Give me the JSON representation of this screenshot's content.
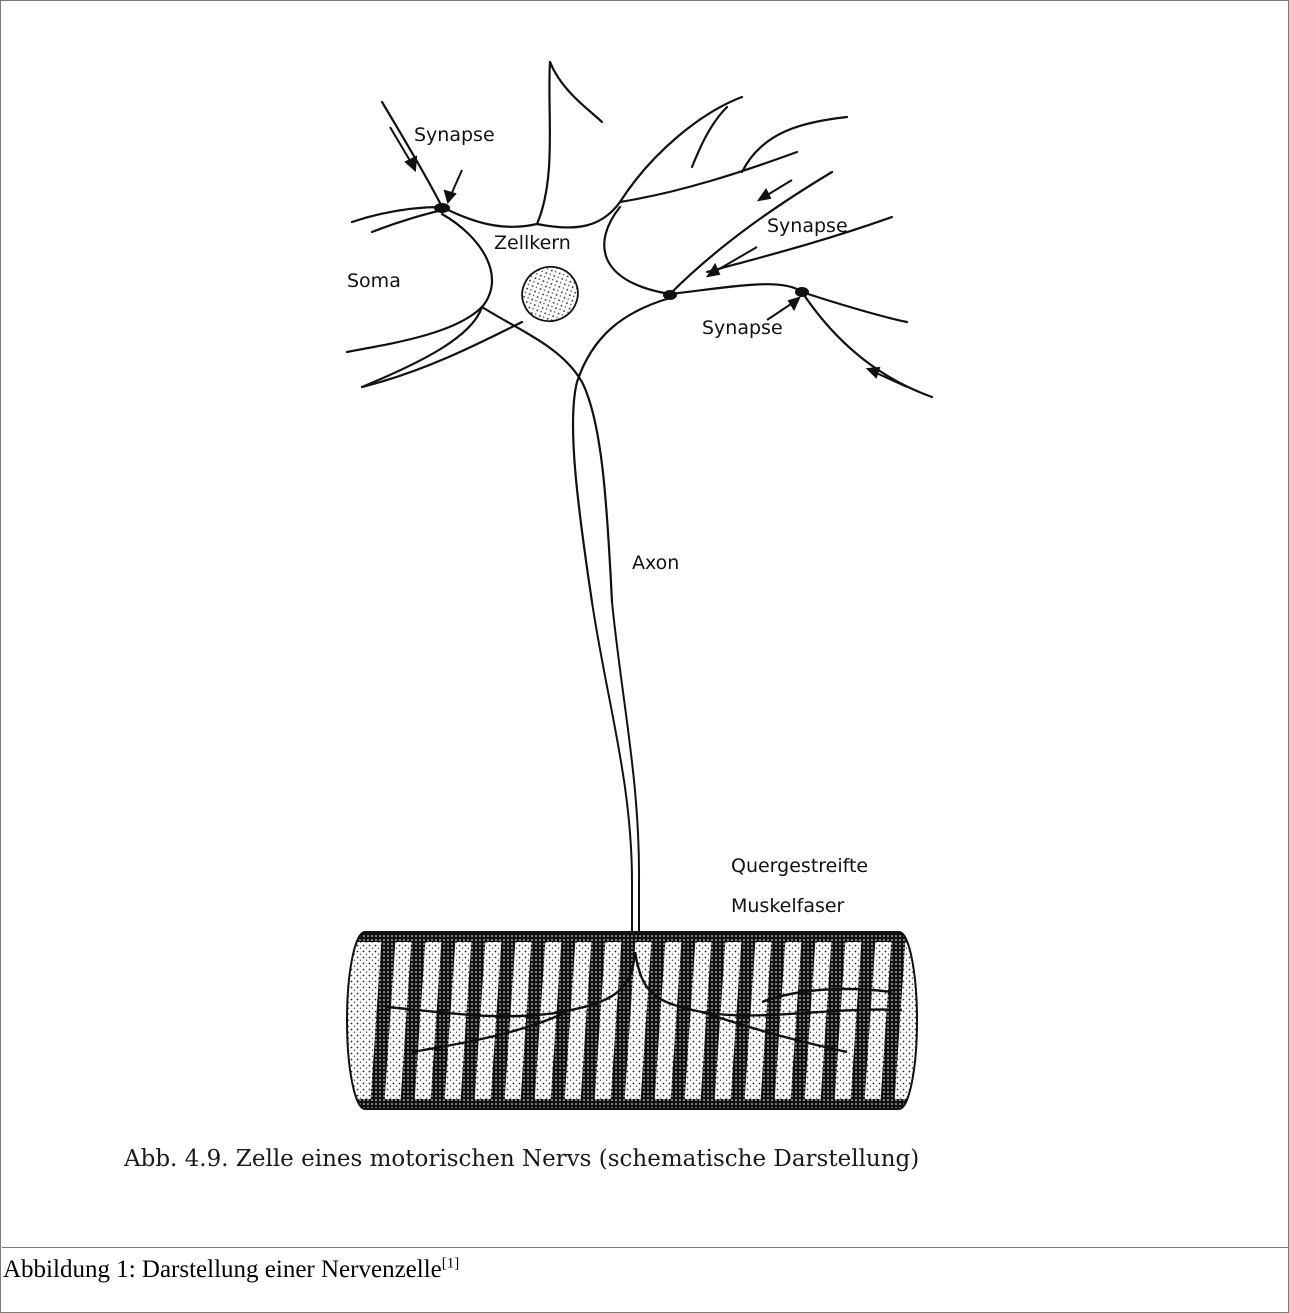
{
  "figure": {
    "labels": {
      "synapse_1": "Synapse",
      "synapse_2": "Synapse",
      "synapse_3": "Synapse",
      "nucleus": "Zellkern",
      "soma": "Soma",
      "axon": "Axon",
      "muscle_line1": "Quergestreifte",
      "muscle_line2": "Muskelfaser"
    },
    "printed_caption": "Abb. 4.9. Zelle eines motorischen Nervs (schematische Darstellung)"
  },
  "caption": {
    "text": "Abbildung 1: Darstellung einer Nervenzelle",
    "reference": "[1]"
  }
}
